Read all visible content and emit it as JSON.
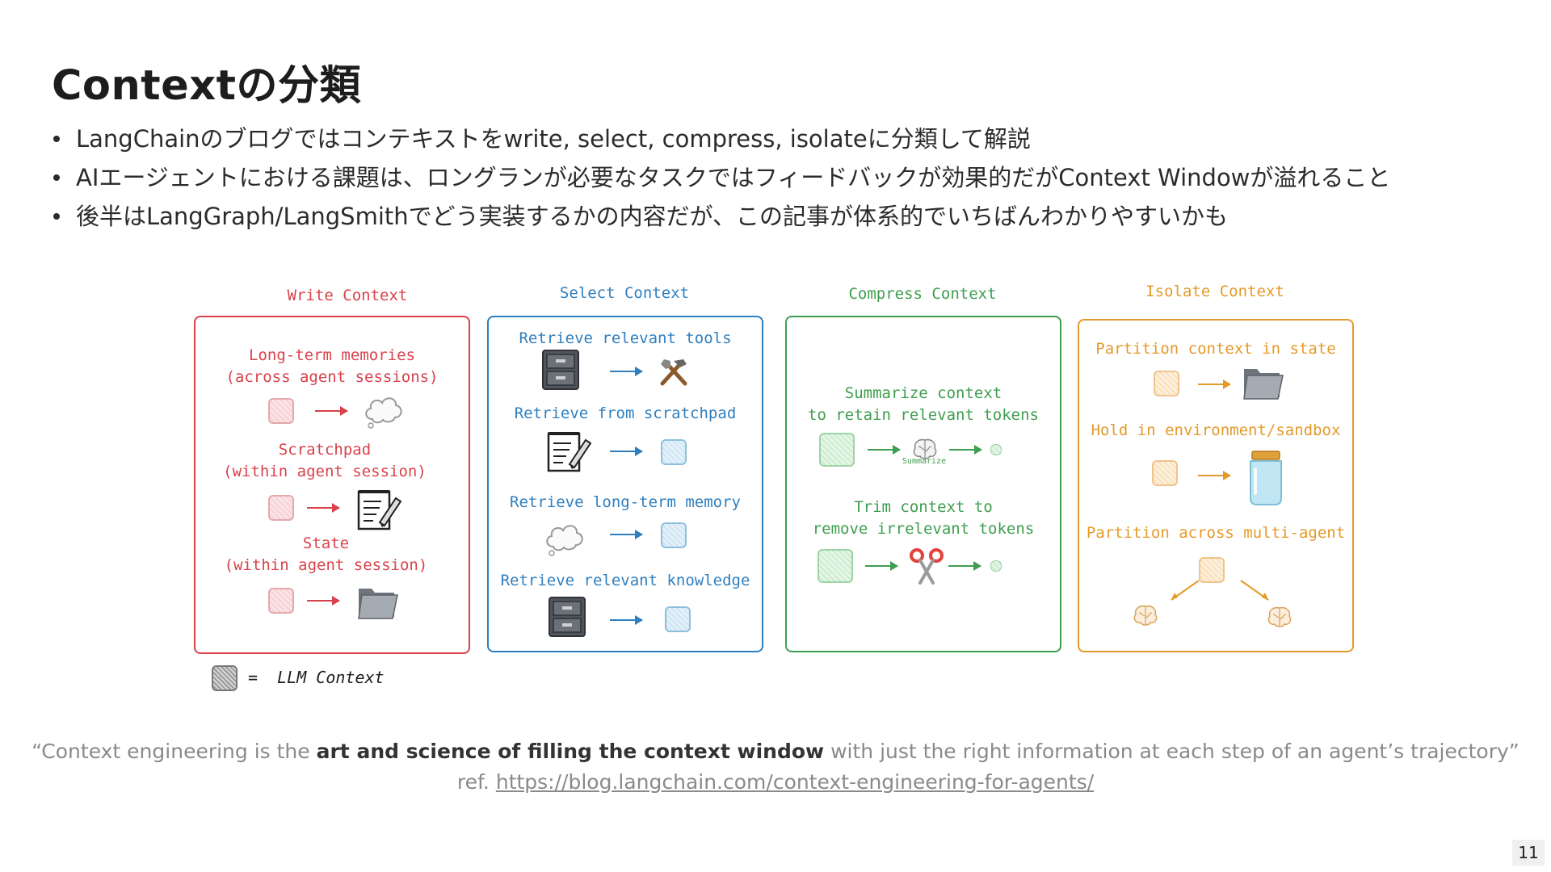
{
  "slide": {
    "title": "Contextの分類",
    "bullets": [
      "LangChainのブログではコンテキストをwrite, select, compress, isolateに分類して解説",
      "AIエージェントにおける課題は、ロングランが必要なタスクではフィードバックが効果的だがContext Windowが溢れること",
      "後半はLangGraph/LangSmithでどう実装するかの内容だが、この記事が体系的でいちばんわかりやすいかも"
    ],
    "page_number": "11"
  },
  "diagram": {
    "write": {
      "title": "Write Context",
      "color": "#d9424b",
      "items": [
        "Long-term memories",
        "(across agent sessions)",
        "Scratchpad",
        "(within agent session)",
        "State",
        "(within agent session)"
      ]
    },
    "select": {
      "title": "Select Context",
      "color": "#2f7fbf",
      "items": [
        "Retrieve relevant tools",
        "Retrieve from scratchpad",
        "Retrieve long-term memory",
        "Retrieve relevant knowledge"
      ]
    },
    "compress": {
      "title": "Compress Context",
      "color": "#3f9e4f",
      "items": [
        "Summarize context",
        "to retain relevant tokens",
        "Summarize",
        "Trim context to",
        "remove irrelevant tokens"
      ]
    },
    "isolate": {
      "title": "Isolate Context",
      "color": "#e49a2a",
      "items": [
        "Partition context in state",
        "Hold in environment/sandbox",
        "Partition across multi-agent"
      ]
    },
    "legend": {
      "eq": "=",
      "label": "LLM Context"
    }
  },
  "quote": {
    "open": "“Context engineering is the ",
    "bold": "art and science of filling the context window",
    "close": " with just the right information at each step of an agent’s trajectory”",
    "ref_prefix": "ref. ",
    "ref_url": "https://blog.langchain.com/context-engineering-for-agents/"
  },
  "icons": [
    "thought-cloud-icon",
    "notepad-pencil-icon",
    "folder-icon",
    "file-cabinet-icon",
    "tools-icon",
    "brain-icon",
    "scissors-icon",
    "jar-icon"
  ]
}
